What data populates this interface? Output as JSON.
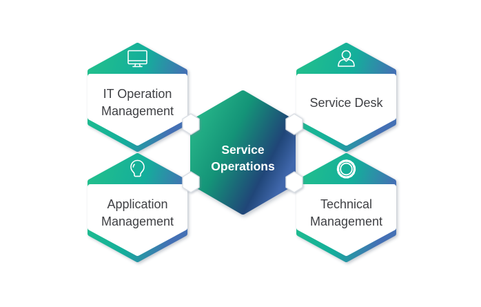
{
  "diagram": {
    "center": {
      "label_line1": "Service",
      "label_line2": "Operations"
    },
    "nodes": [
      {
        "id": "it-operation-management",
        "label_line1": "IT Operation",
        "label_line2": "Management",
        "icon": "monitor-icon",
        "position": "top-left"
      },
      {
        "id": "service-desk",
        "label_line1": "Service Desk",
        "label_line2": "",
        "icon": "user-icon",
        "position": "top-right"
      },
      {
        "id": "application-management",
        "label_line1": "Application",
        "label_line2": "Management",
        "icon": "lightbulb-icon",
        "position": "bottom-left"
      },
      {
        "id": "technical-management",
        "label_line1": "Technical",
        "label_line2": "Management",
        "icon": "gear-icon",
        "position": "bottom-right"
      }
    ],
    "colors": {
      "gradient_green": "#22C08B",
      "gradient_teal": "#14AE9B",
      "gradient_blue": "#4470B4",
      "center_green": "#2CBF8D",
      "center_navy": "#204678",
      "center_blue_edge": "#4067AC",
      "label_text": "#3F4044",
      "center_text": "#FFFFFF",
      "panel": "#FFFFFF",
      "connector_border": "#DCE0E6"
    }
  }
}
